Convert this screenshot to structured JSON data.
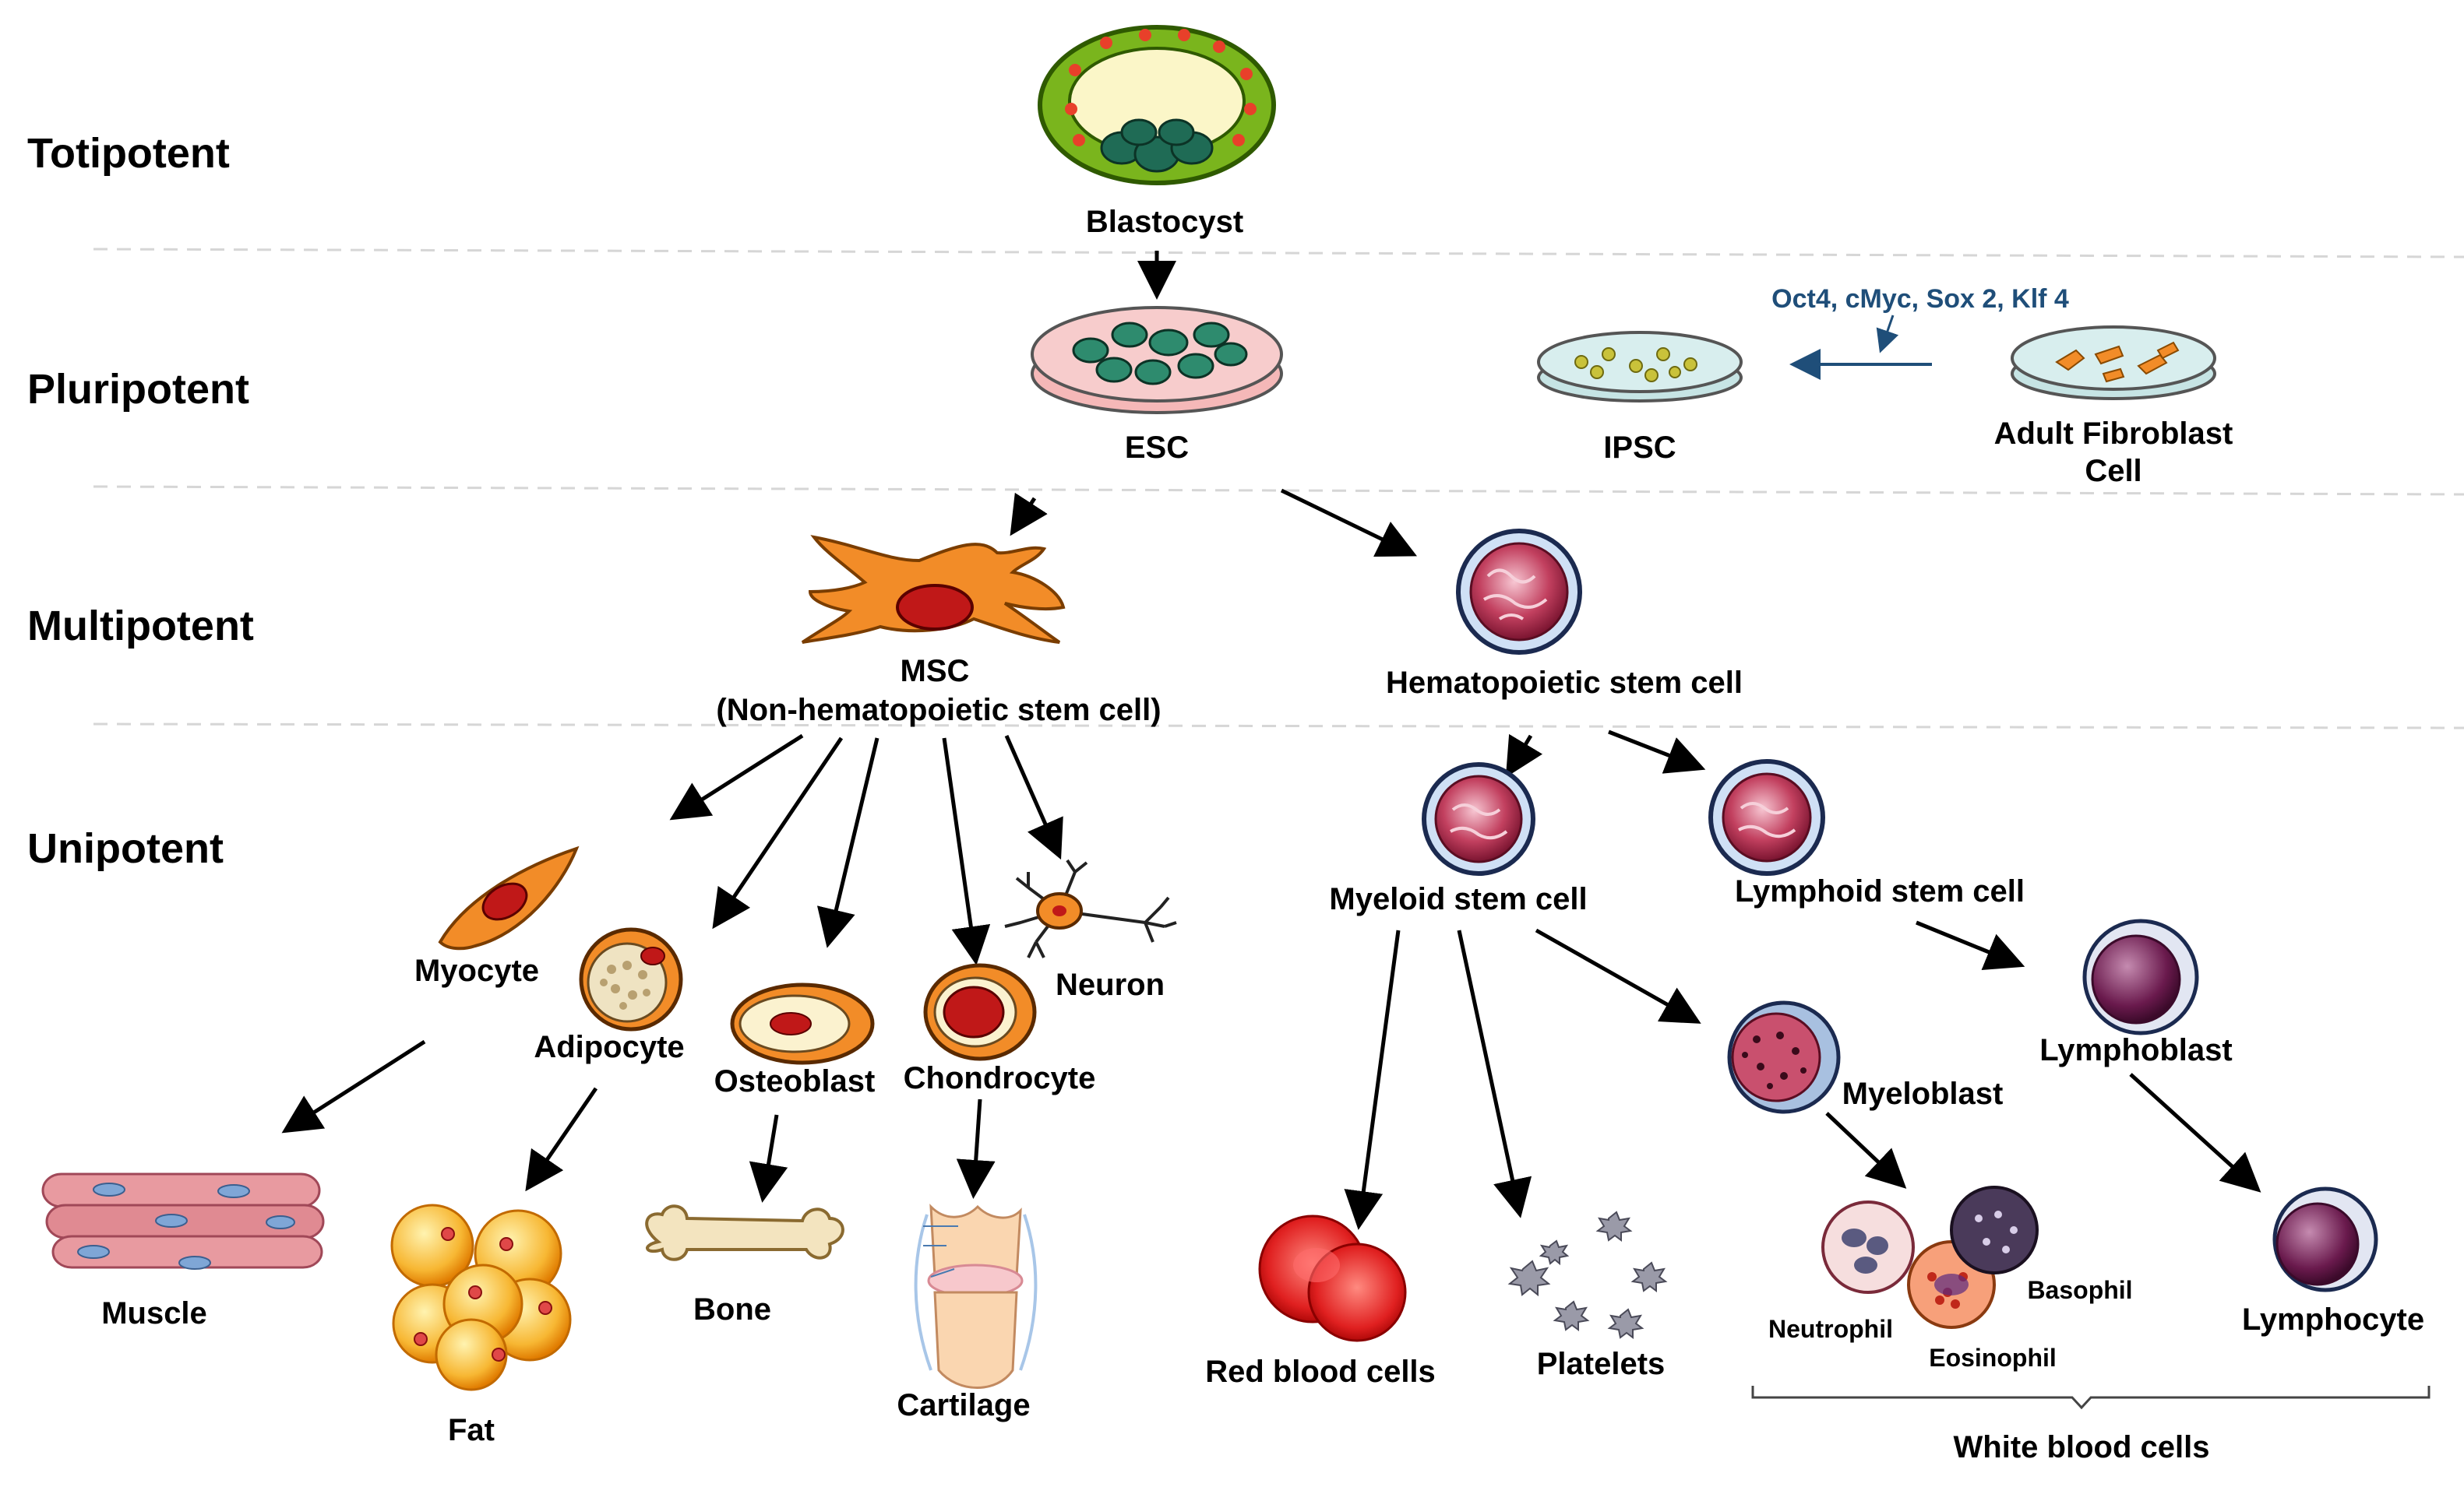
{
  "levels": {
    "totipotent": "Totipotent",
    "pluripotent": "Pluripotent",
    "multipotent": "Multipotent",
    "unipotent": "Unipotent"
  },
  "cells": {
    "blastocyst": "Blastocyst",
    "esc": "ESC",
    "ipsc": "IPSC",
    "adult_fibroblast_line1": "Adult Fibroblast",
    "adult_fibroblast_line2": "Cell",
    "reprogramming_factors": "Oct4, cMyc, Sox 2, Klf 4",
    "msc_line1": "MSC",
    "msc_line2": "(Non-hematopoietic stem cell)",
    "hsc": "Hematopoietic stem cell",
    "myocyte": "Myocyte",
    "adipocyte": "Adipocyte",
    "osteoblast": "Osteoblast",
    "chondrocyte": "Chondrocyte",
    "neuron": "Neuron",
    "muscle": "Muscle",
    "fat": "Fat",
    "bone": "Bone",
    "cartilage": "Cartilage",
    "myeloid": "Myeloid stem cell",
    "lymphoid": "Lymphoid  stem cell",
    "myeloblast": "Myeloblast",
    "lymphoblast": "Lymphoblast",
    "red_blood_cells": "Red blood cells",
    "platelets": "Platelets",
    "neutrophil": "Neutrophil",
    "basophil": "Basophil",
    "eosinophil": "Eosinophil",
    "lymphocyte": "Lymphocyte",
    "white_blood_cells": "White blood cells"
  },
  "colors": {
    "arrow": "#000000",
    "reprogramming_arrow": "#1f4e79",
    "blood_cell": "#8b1a3a",
    "msc_cell": "#f28c28",
    "separator": "#d6d6d6"
  }
}
